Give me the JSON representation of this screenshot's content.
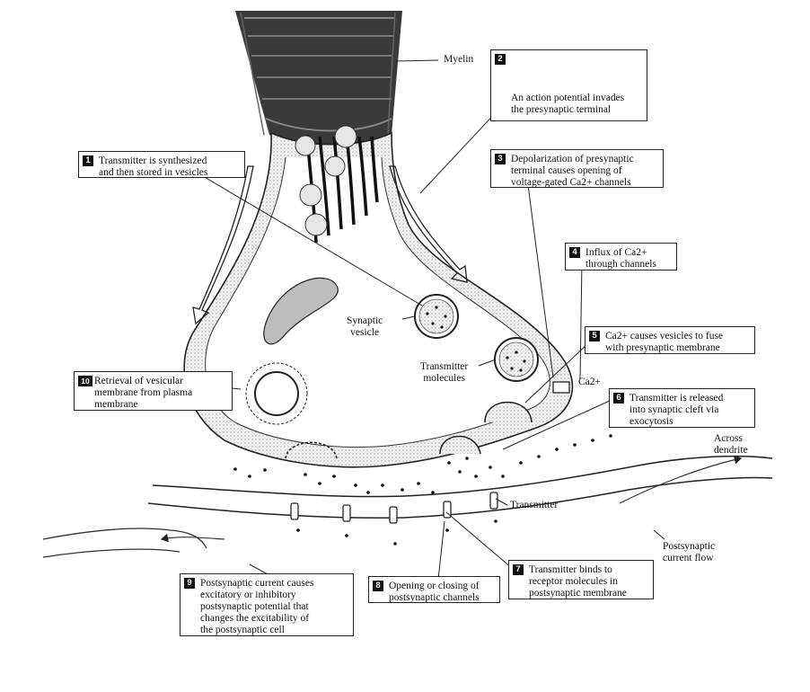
{
  "labels": {
    "myelin": "Myelin",
    "synaptic_vesicle": "Synaptic\nvesicle",
    "transmitter_molecules": "Transmitter\nmolecules",
    "ca_ion": "Ca2+",
    "transmitter": "Transmitter",
    "across_dendrite": "Across\ndendrite",
    "postsynaptic_flow": "Postsynaptic\ncurrent flow"
  },
  "steps": [
    {
      "number": "1",
      "text": "Transmitter is synthesized\nand then stored in vesicles"
    },
    {
      "number": "2",
      "text": "An action potential invades\nthe presynaptic terminal"
    },
    {
      "number": "3",
      "text": "Depolarization of presynaptic\nterminal causes opening of\nvoltage-gated Ca2+ channels"
    },
    {
      "number": "4",
      "text": "Influx of Ca2+\nthrough channels"
    },
    {
      "number": "5",
      "text": "Ca2+ causes vesicles to fuse\nwith presynaptic membrane"
    },
    {
      "number": "6",
      "text": "Transmitter is released\ninto synaptic cleft via\nexocytosis"
    },
    {
      "number": "7",
      "text": "Transmitter binds to\nreceptor molecules in\npostsynaptic membrane"
    },
    {
      "number": "8",
      "text": "Opening or closing of\npostsynaptic channels"
    },
    {
      "number": "9",
      "text": "Postsynaptic current causes\nexcitatory or inhibitory\npostsynaptic potential that\nchanges the excitability of\nthe postsynaptic cell"
    },
    {
      "number": "10",
      "text": "Retrieval of vesicular\nmembrane from plasma\nmembrane"
    }
  ]
}
